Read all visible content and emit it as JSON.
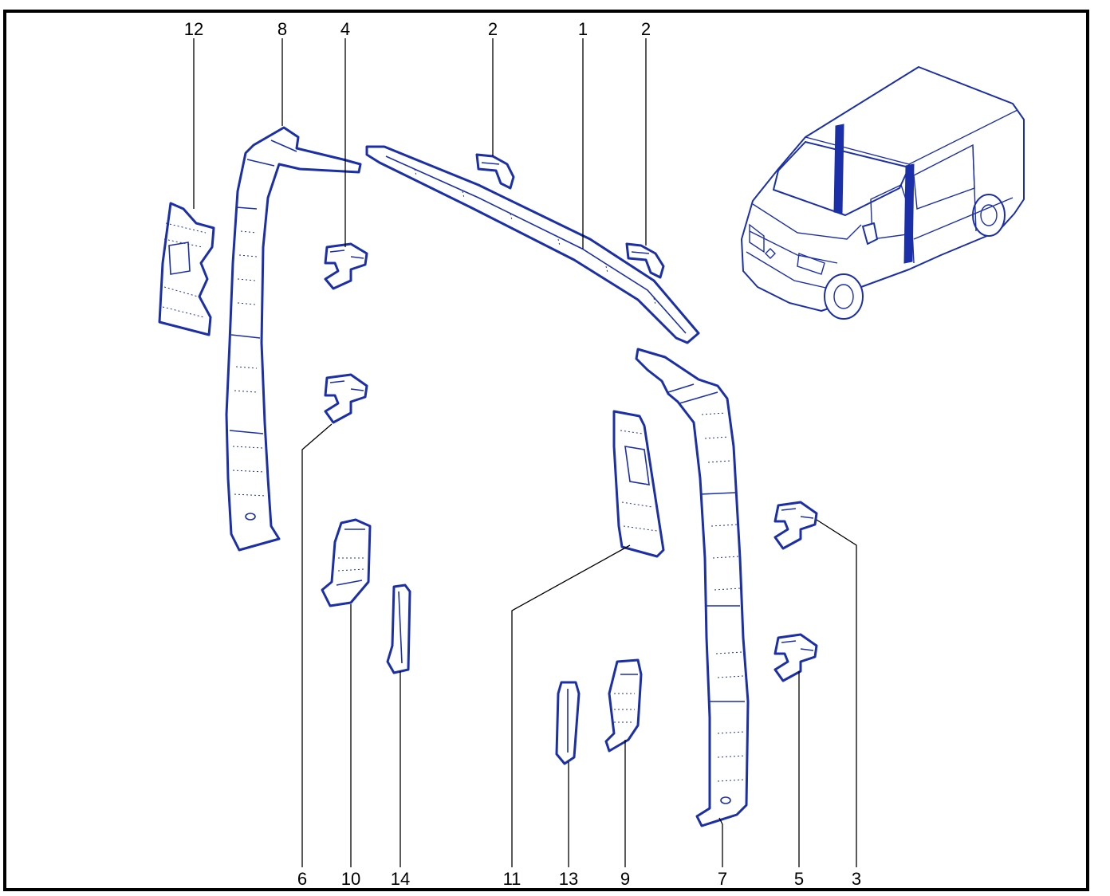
{
  "diagram": {
    "labels": {
      "top": [
        "12",
        "8",
        "4",
        "2",
        "1",
        "2"
      ],
      "bottom": [
        "6",
        "10",
        "14",
        "11",
        "13",
        "9",
        "7",
        "5",
        "3"
      ]
    }
  },
  "colors": {
    "line": "#1a2fa8",
    "frame": "#000000",
    "background": "#ffffff"
  }
}
